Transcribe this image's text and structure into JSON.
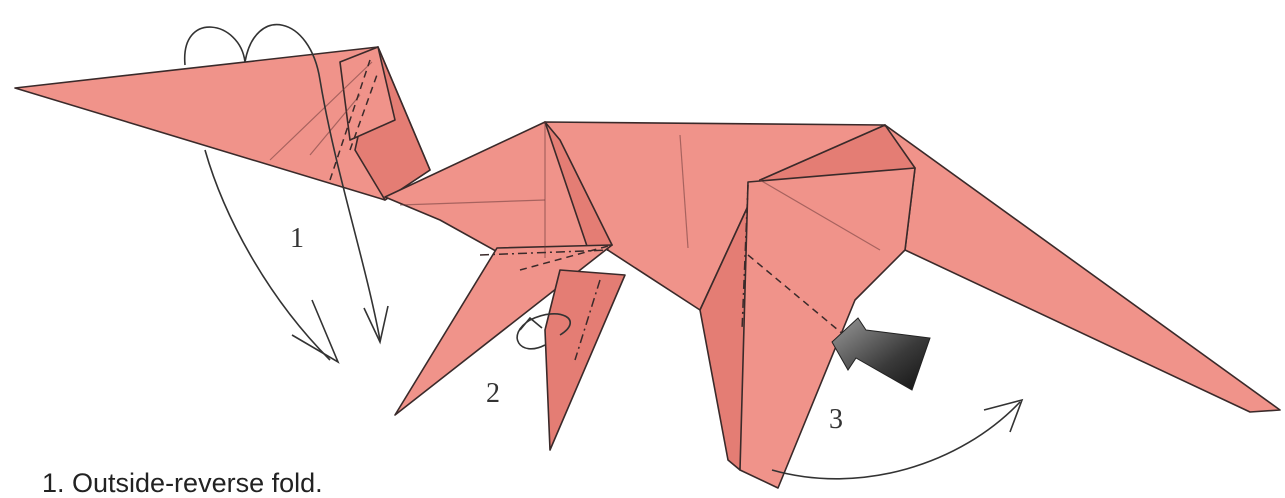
{
  "colors": {
    "paper": "#f0938a",
    "paper_dark": "#e47d74",
    "background": "#ffffff"
  },
  "steps": [
    {
      "number": "1"
    },
    {
      "number": "2"
    },
    {
      "number": "3"
    }
  ],
  "instructions": [
    "1. Outside-reverse fold."
  ],
  "icons": {
    "push_arrow": "push-arrow-icon",
    "fold_arrow": "curved-fold-arrow-icon"
  }
}
